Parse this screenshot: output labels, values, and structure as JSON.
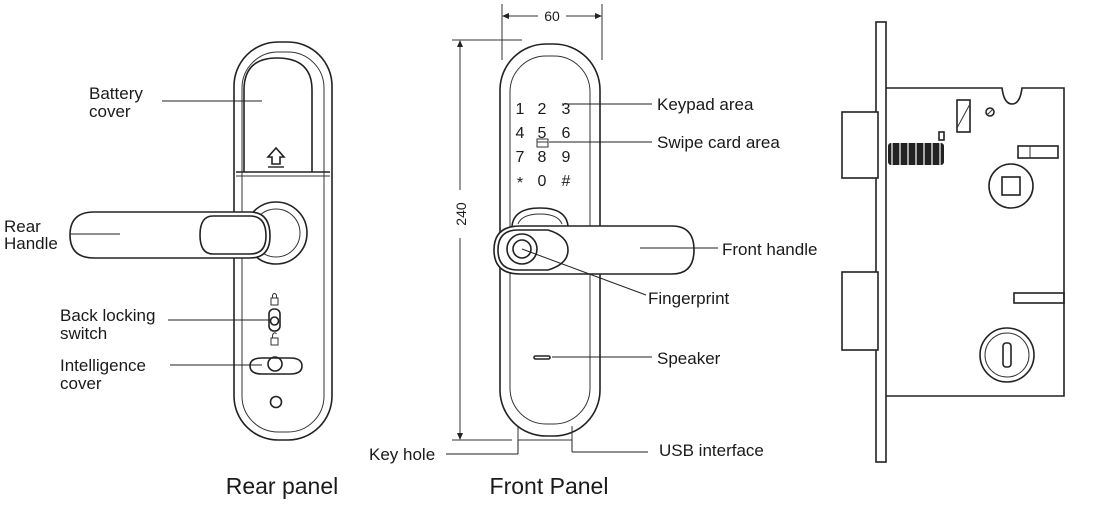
{
  "rear_panel": {
    "caption": "Rear panel",
    "labels": {
      "battery_cover_1": "Battery",
      "battery_cover_2": "cover",
      "rear_handle_1": "Rear",
      "rear_handle_2": "Handle",
      "back_locking_1": "Back locking",
      "back_locking_2": "switch",
      "intelligence_1": "Intelligence",
      "intelligence_2": "cover"
    }
  },
  "front_panel": {
    "caption": "Front Panel",
    "width_dim": "60",
    "height_dim": "240",
    "keypad_keys": [
      "1",
      "2",
      "3",
      "4",
      "5",
      "6",
      "7",
      "8",
      "9",
      "*",
      "0",
      "#"
    ],
    "labels": {
      "keypad_area": "Keypad area",
      "swipe_card_area": "Swipe card area",
      "front_handle": "Front handle",
      "fingerprint": "Fingerprint",
      "speaker": "Speaker",
      "key_hole": "Key hole",
      "usb_interface": "USB interface"
    }
  }
}
